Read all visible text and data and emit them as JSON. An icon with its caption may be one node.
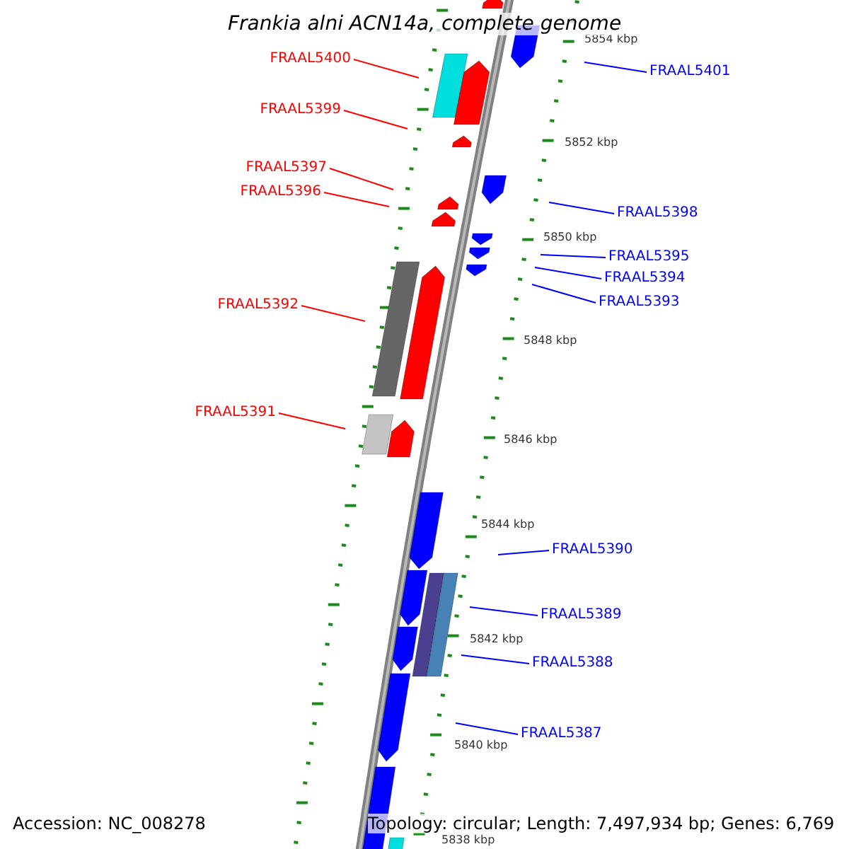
{
  "diagram": {
    "title": "Frankia alni ACN14a, complete genome",
    "nodes": [
      {
        "text": [
          "FRAAL5400"
        ]
      },
      {
        "text": [
          "FRAAL5401"
        ]
      },
      {
        "text": [
          "FRAAL5399"
        ]
      },
      {
        "text": [
          "FRAAL5397"
        ]
      },
      {
        "text": [
          "FRAAL5396"
        ]
      },
      {
        "text": [
          "FRAAL5398"
        ]
      },
      {
        "text": [
          "FRAAL5395"
        ]
      },
      {
        "text": [
          "FRAAL5394"
        ]
      },
      {
        "text": [
          "FRAAL5393"
        ]
      },
      {
        "text": [
          "FRAAL5392"
        ]
      },
      {
        "text": [
          "FRAAL5391"
        ]
      },
      {
        "text": [
          "FRAAL5390"
        ]
      },
      {
        "text": [
          "FRAAL5389"
        ]
      },
      {
        "text": [
          "FRAAL5388"
        ]
      },
      {
        "text": [
          "FRAAL5387"
        ]
      }
    ],
    "edges": [
      {
        "from": 0,
        "to": null,
        "arrow": "none",
        "color": "#ff0000"
      },
      {
        "from": 1,
        "to": null,
        "arrow": "none"
      },
      {
        "from": 2,
        "to": null,
        "arrow": "none",
        "color": "#ff0000"
      },
      {
        "from": 3,
        "to": null,
        "arrow": "none",
        "color": "#ff0000"
      },
      {
        "from": 4,
        "to": null,
        "arrow": "none",
        "color": "#ff0000"
      },
      {
        "from": 5,
        "to": null,
        "arrow": "none"
      },
      {
        "from": 6,
        "to": null,
        "arrow": "none"
      },
      {
        "from": 7,
        "to": null,
        "arrow": "none"
      },
      {
        "from": 8,
        "to": null,
        "arrow": "none"
      },
      {
        "from": 9,
        "to": null,
        "arrow": "none",
        "color": "#ff0000"
      },
      {
        "from": 10,
        "to": null,
        "arrow": "none",
        "color": "#ff0000"
      },
      {
        "from": 11,
        "to": null,
        "arrow": "none"
      },
      {
        "from": 12,
        "to": null,
        "arrow": "none"
      },
      {
        "from": 13,
        "to": null,
        "arrow": "none"
      },
      {
        "from": 14,
        "to": null,
        "arrow": "none"
      }
    ],
    "labels": [
      "5854 kbp",
      "5852 kbp",
      "5850 kbp",
      "5848 kbp",
      "5846 kbp",
      "5844 kbp",
      "5842 kbp",
      "5840 kbp",
      "5838 kbp",
      "Accession: NC_008278",
      "Topology: circular; Length: 7,497,934 bp; Genes: 6,769"
    ]
  }
}
